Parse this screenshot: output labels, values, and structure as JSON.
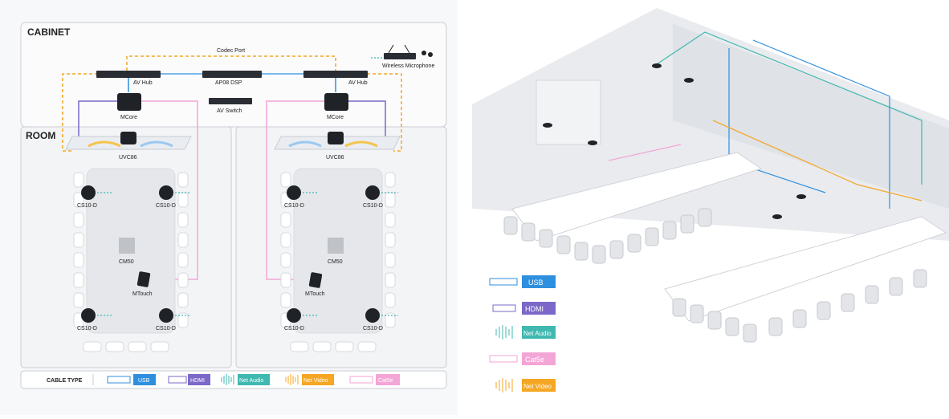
{
  "cabinet": {
    "title": "CABINET",
    "codec_port": "Codec Port",
    "av_hub_left": "AV Hub",
    "av_hub_right": "AV Hub",
    "dsp": "AP08 DSP",
    "av_switch": "AV Switch",
    "mcore_left": "MCore",
    "mcore_right": "MCore",
    "wireless_mic": "Wireless Microphone"
  },
  "room": {
    "title": "ROOM",
    "left": {
      "camera": "UVC86",
      "mics": [
        "CS10-D",
        "CS10-D",
        "CS10-D",
        "CS10-D"
      ],
      "ceiling": "CM50",
      "touch": "MTouch"
    },
    "right": {
      "camera": "UVC86",
      "mics": [
        "CS10-D",
        "CS10-D",
        "CS10-D",
        "CS10-D"
      ],
      "ceiling": "CM50",
      "touch": "MTouch"
    }
  },
  "cable_legend": {
    "title": "CABLE TYPE",
    "items": [
      {
        "label": "USB",
        "color": "#2f8fdf"
      },
      {
        "label": "HDMI",
        "color": "#7b68c8"
      },
      {
        "label": "Net Audio",
        "color": "#3fb8b0"
      },
      {
        "label": "Net Video",
        "color": "#f5a623"
      },
      {
        "label": "Cat5e",
        "color": "#f3a6d6"
      }
    ]
  },
  "render_legend": {
    "items": [
      {
        "label": "USB",
        "color": "#2f8fdf"
      },
      {
        "label": "HDMI",
        "color": "#7b68c8"
      },
      {
        "label": "Net Audio",
        "color": "#3fb8b0"
      },
      {
        "label": "Cat5e",
        "color": "#f3a6d6"
      },
      {
        "label": "Net Video",
        "color": "#f5a623"
      }
    ]
  }
}
